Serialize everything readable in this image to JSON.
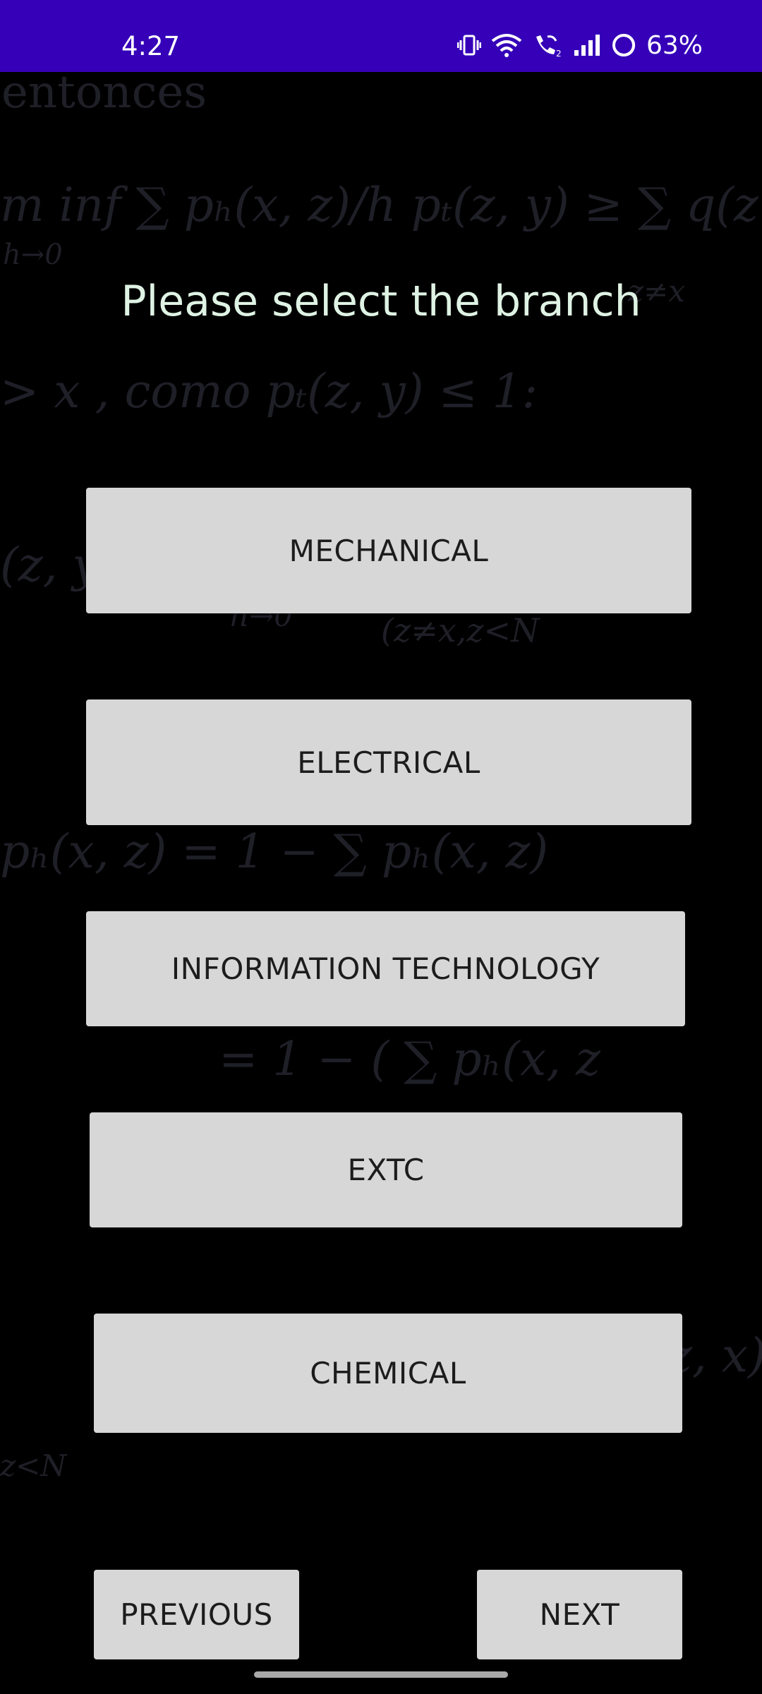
{
  "status_bar": {
    "time": "4:27",
    "battery": "63%"
  },
  "background_math": [
    "entonces",
    "m inf ∑ pₕ(x, z)/h pₜ(z, y) ≥ ∑ q(z",
    "h→0",
    "z≠x",
    "> x , como pₜ(z, y) ≤ 1:",
    "(z, y",
    "h→0",
    "(z≠x,z<N",
    "pₕ(x, z)  =  1 − ∑ pₕ(x, z)",
    "=  1 − ( ∑   pₕ(x, z",
    "z<N",
    "z, x)"
  ],
  "screen": {
    "title": "Please select the branch"
  },
  "branches": {
    "mechanical": "MECHANICAL",
    "electrical": "ELECTRICAL",
    "it": "INFORMATION TECHNOLOGY",
    "extc": "EXTC",
    "chemical": "CHEMICAL"
  },
  "nav": {
    "previous": "PREVIOUS",
    "next": "NEXT"
  },
  "colors": {
    "status_bar": "#3500b8",
    "background": "#000000",
    "button": "#d6d7d6",
    "title": "#dff3e4"
  }
}
